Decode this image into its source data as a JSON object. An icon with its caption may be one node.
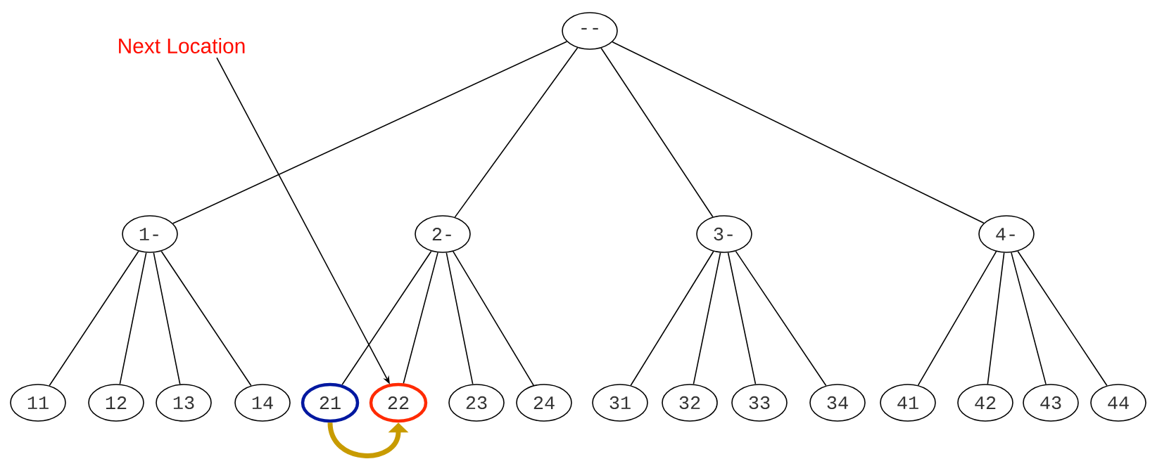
{
  "diagram": {
    "nodes": [
      {
        "text": [
          "--"
        ]
      },
      {
        "text": [
          "1-"
        ]
      },
      {
        "text": [
          "2-"
        ]
      },
      {
        "text": [
          "3-"
        ]
      },
      {
        "text": [
          "4-"
        ]
      },
      {
        "text": [
          "11"
        ]
      },
      {
        "text": [
          "12"
        ]
      },
      {
        "text": [
          "13"
        ]
      },
      {
        "text": [
          "14"
        ]
      },
      {
        "text": [
          "21"
        ]
      },
      {
        "text": [
          "22"
        ]
      },
      {
        "text": [
          "23"
        ]
      },
      {
        "text": [
          "24"
        ]
      },
      {
        "text": [
          "31"
        ]
      },
      {
        "text": [
          "32"
        ]
      },
      {
        "text": [
          "33"
        ]
      },
      {
        "text": [
          "34"
        ]
      },
      {
        "text": [
          "41"
        ]
      },
      {
        "text": [
          "42"
        ]
      },
      {
        "text": [
          "43"
        ]
      },
      {
        "text": [
          "44"
        ]
      },
      {
        "text": [
          "Next Location"
        ]
      }
    ],
    "edges": [
      {
        "from": 0,
        "to": 1,
        "arrow": "none"
      },
      {
        "from": 0,
        "to": 2,
        "arrow": "none"
      },
      {
        "from": 0,
        "to": 3,
        "arrow": "none"
      },
      {
        "from": 0,
        "to": 4,
        "arrow": "none"
      },
      {
        "from": 1,
        "to": 5,
        "arrow": "none"
      },
      {
        "from": 1,
        "to": 6,
        "arrow": "none"
      },
      {
        "from": 1,
        "to": 7,
        "arrow": "none"
      },
      {
        "from": 1,
        "to": 8,
        "arrow": "none"
      },
      {
        "from": 2,
        "to": 9,
        "arrow": "none"
      },
      {
        "from": 2,
        "to": 10,
        "arrow": "none"
      },
      {
        "from": 2,
        "to": 11,
        "arrow": "none"
      },
      {
        "from": 2,
        "to": 12,
        "arrow": "none"
      },
      {
        "from": 3,
        "to": 13,
        "arrow": "none"
      },
      {
        "from": 3,
        "to": 14,
        "arrow": "none"
      },
      {
        "from": 3,
        "to": 15,
        "arrow": "none"
      },
      {
        "from": 3,
        "to": 16,
        "arrow": "none"
      },
      {
        "from": 4,
        "to": 17,
        "arrow": "none"
      },
      {
        "from": 4,
        "to": 18,
        "arrow": "none"
      },
      {
        "from": 4,
        "to": 19,
        "arrow": "none"
      },
      {
        "from": 4,
        "to": 20,
        "arrow": "none"
      },
      {
        "from": 21,
        "to": 10,
        "arrow": "to"
      },
      {
        "from": 9,
        "to": 10,
        "arrow": "to",
        "style": "thick",
        "color": "#c89b00"
      }
    ]
  }
}
